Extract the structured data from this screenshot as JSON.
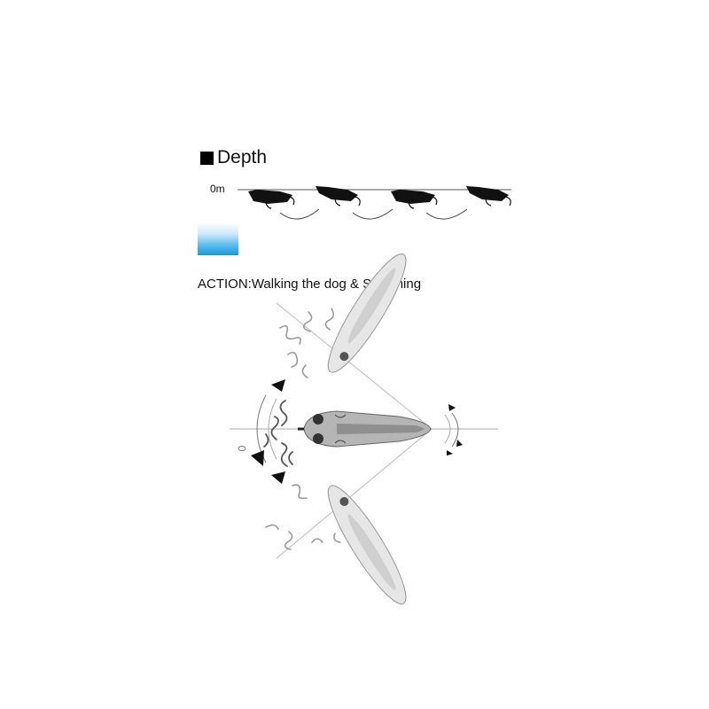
{
  "depth_section": {
    "title": "Depth",
    "surface_label": "0m"
  },
  "action_section": {
    "title": "ACTION:Walking the dog & Splashing"
  }
}
